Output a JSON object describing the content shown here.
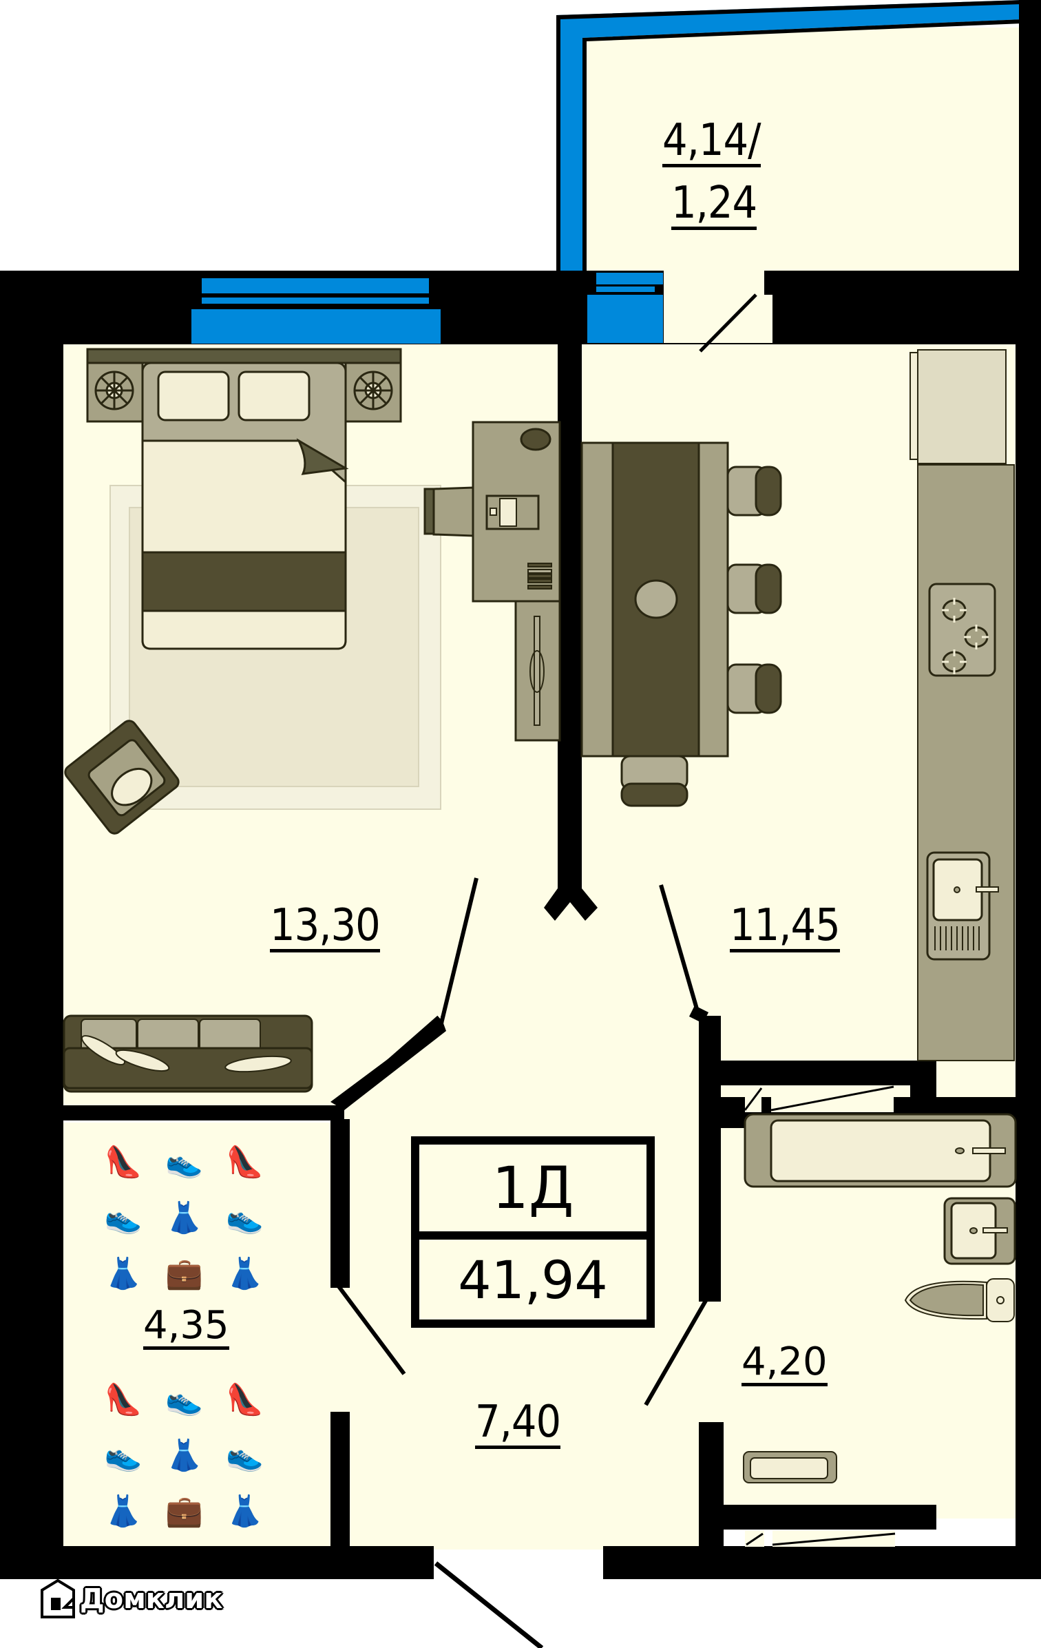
{
  "plan": {
    "apartment_type": "1Д",
    "total_area": "41,94",
    "colors": {
      "floor": "#fefde6",
      "wall": "#000000",
      "window": "#0089db",
      "furniture_dark": "#524d31",
      "furniture_mid": "#a6a285",
      "furniture_light": "#b2ae94",
      "furniture_pale": "#f3efd6"
    }
  },
  "rooms": {
    "bedroom": {
      "area": "13,30"
    },
    "kitchen": {
      "area": "11,45"
    },
    "balcony": {
      "area_line1": "4,14/",
      "area_line2": "1,24"
    },
    "wardrobe": {
      "area": "4,35"
    },
    "hallway": {
      "area": "7,40"
    },
    "bathroom": {
      "area": "4,20"
    }
  },
  "wardrobe_icons": [
    "high-heel-icon",
    "sneaker-icon",
    "high-heel-icon",
    "sneaker-icon",
    "dress-icon",
    "sneaker-icon",
    "dress-icon",
    "briefcase-icon",
    "dress-icon"
  ],
  "watermark": {
    "text": "Домклик"
  }
}
